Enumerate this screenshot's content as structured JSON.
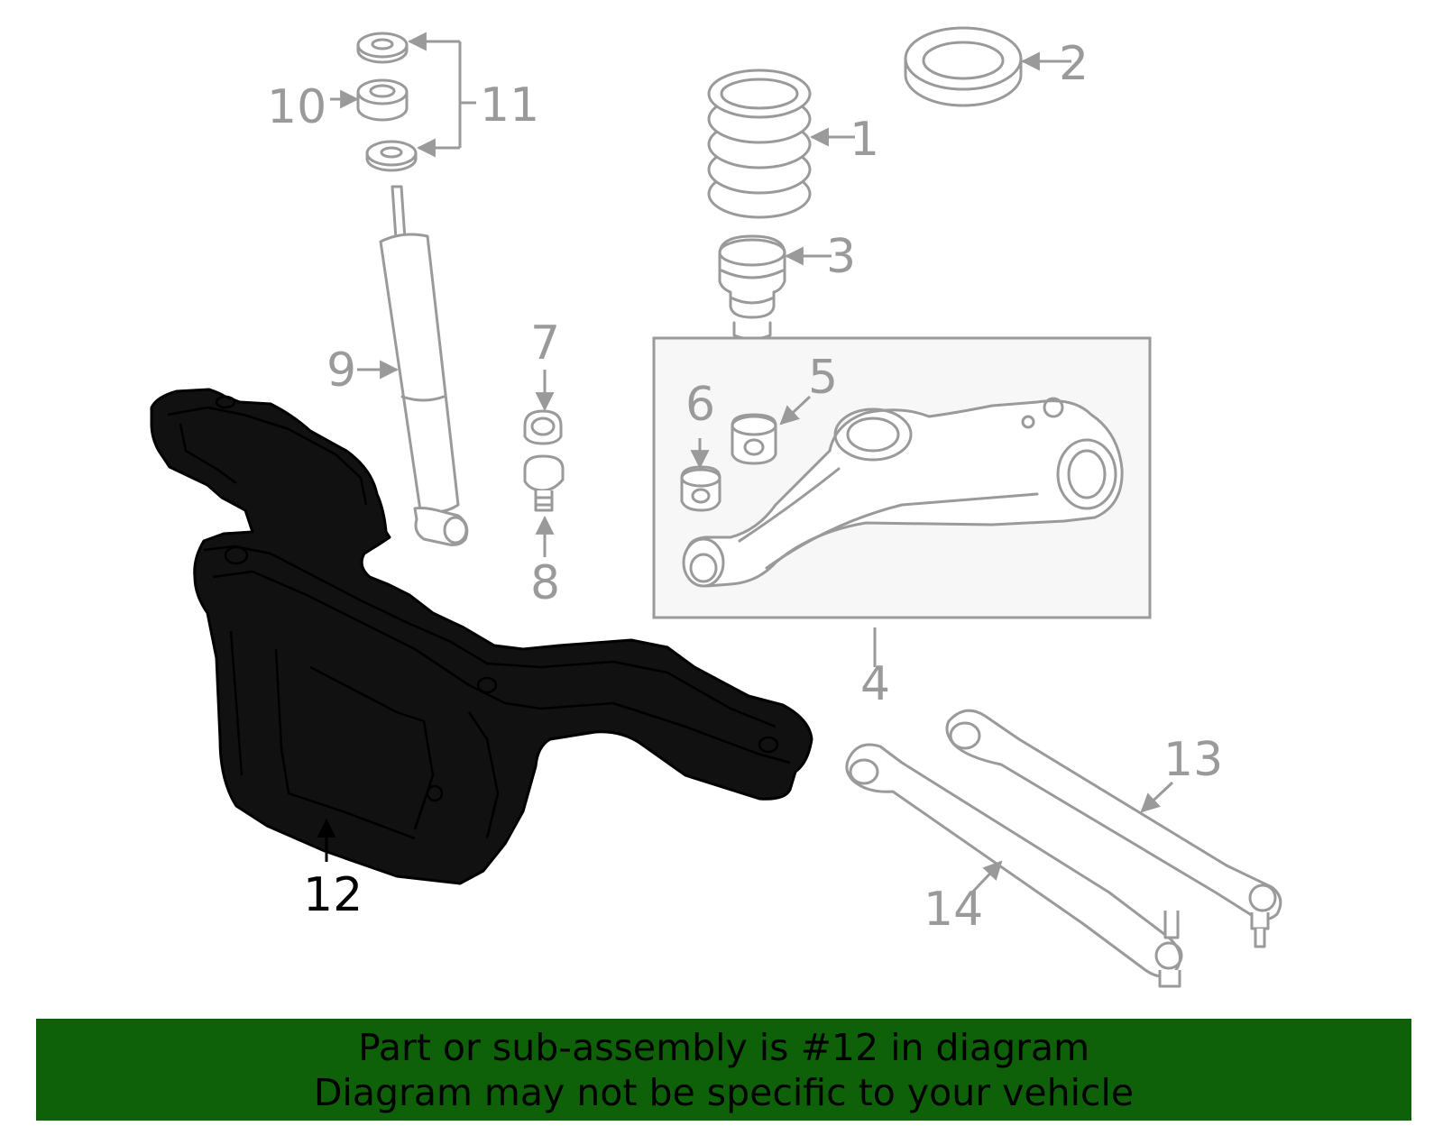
{
  "colors": {
    "highlight": "#0f6109",
    "part_stroke": "#9a9a9a",
    "callout_gray": "#9a9a9a",
    "highlight_text": "#000000",
    "banner_bg": "#0f6109",
    "assembly_box_bg": "#f7f7f7"
  },
  "callouts": {
    "c1": "1",
    "c2": "2",
    "c3": "3",
    "c4": "4",
    "c5": "5",
    "c6": "6",
    "c7": "7",
    "c8": "8",
    "c9": "9",
    "c10": "10",
    "c11": "11",
    "c12": "12",
    "c13": "13",
    "c14": "14"
  },
  "highlighted_part": "12",
  "banner": {
    "line1": "Part or sub-assembly is #12 in diagram",
    "line2": "Diagram may not be specific to your vehicle"
  }
}
